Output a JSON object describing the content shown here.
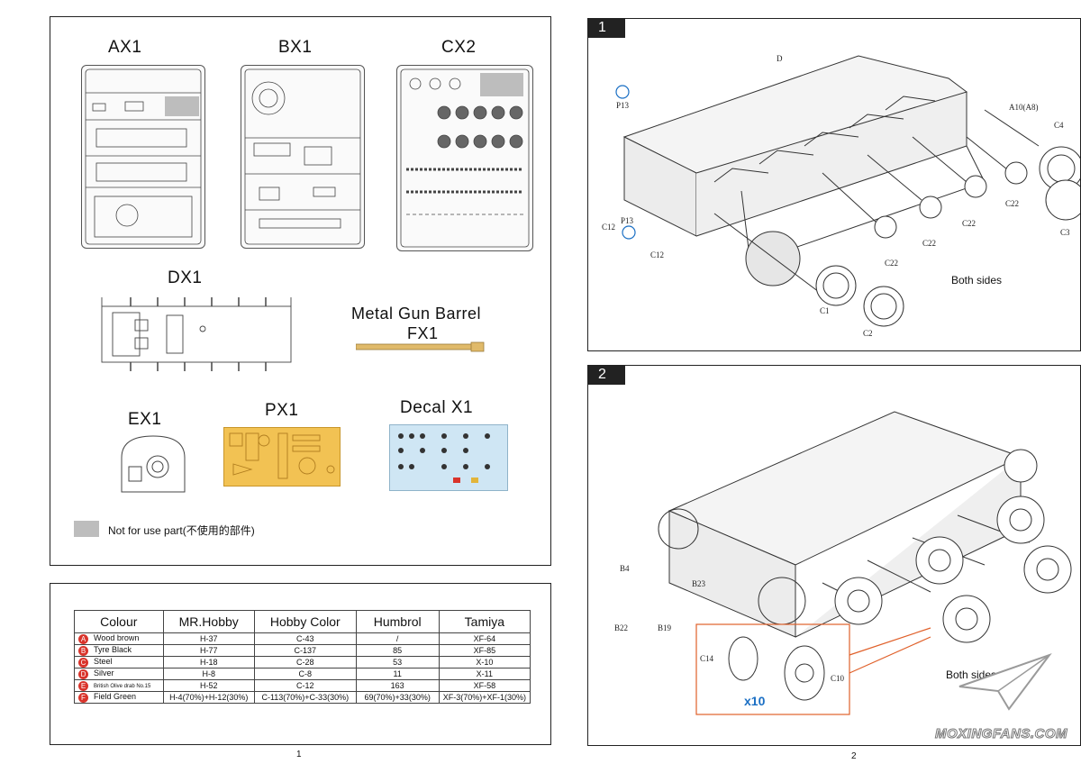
{
  "sprues": {
    "ax1": "AX1",
    "bx1": "BX1",
    "cx2": "CX2",
    "dx1": "DX1",
    "barrel_title": "Metal Gun Barrel",
    "fx1": "FX1",
    "ex1": "EX1",
    "px1": "PX1",
    "decal": "Decal X1",
    "legend_text": "Not for use part(不使用的部件)"
  },
  "colour_table": {
    "headers": [
      "Colour",
      "MR.Hobby",
      "Hobby Color",
      "Humbrol",
      "Tamiya"
    ],
    "rows": [
      {
        "badge": "A",
        "name": "Wood brown",
        "mrhobby": "H-37",
        "hobby": "C-43",
        "humbrol": "/",
        "tamiya": "XF-64"
      },
      {
        "badge": "B",
        "name": "Tyre Black",
        "mrhobby": "H-77",
        "hobby": "C-137",
        "humbrol": "85",
        "tamiya": "XF-85"
      },
      {
        "badge": "C",
        "name": "Steel",
        "mrhobby": "H-18",
        "hobby": "C-28",
        "humbrol": "53",
        "tamiya": "X-10"
      },
      {
        "badge": "D",
        "name": "Silver",
        "mrhobby": "H-8",
        "hobby": "C-8",
        "humbrol": "11",
        "tamiya": "X-11"
      },
      {
        "badge": "E",
        "name": "British Olive drab No.15",
        "mrhobby": "H-52",
        "hobby": "C-12",
        "humbrol": "163",
        "tamiya": "XF-58"
      },
      {
        "badge": "F",
        "name": "Field Green",
        "mrhobby": "H-4(70%)+H-12(30%)",
        "hobby": "C-113(70%)+C-33(30%)",
        "humbrol": "69(70%)+33(30%)",
        "tamiya": "XF-3(70%)+XF-1(30%)"
      }
    ]
  },
  "page1_number": "1",
  "page2_number": "2",
  "step1": {
    "number": "1",
    "both_sides": "Both sides",
    "parts": {
      "d": "D",
      "p13a": "P13",
      "p13b": "P13",
      "c12a": "C12",
      "c12b": "C12",
      "a10": "A10(A8)",
      "c4": "C4",
      "c3": "C3",
      "c1": "C1",
      "c2": "C2",
      "c22a": "C22",
      "c22b": "C22",
      "c22c": "C22",
      "c22d": "C22"
    }
  },
  "step2": {
    "number": "2",
    "both_sides": "Both sides",
    "multiplier": "x10",
    "parts": {
      "b4": "B4",
      "b23": "B23",
      "b22": "B22",
      "b19": "B19",
      "c14": "C14",
      "c10": "C10"
    }
  },
  "watermark": "MOXINGFANS.COM",
  "colors": {
    "badge_red": "#d9342b",
    "pe_gold": "#f2c253",
    "decal_blue": "#cfe6f4",
    "callout_orange": "#e0602a",
    "multiplier_blue": "#1a6fc4"
  }
}
